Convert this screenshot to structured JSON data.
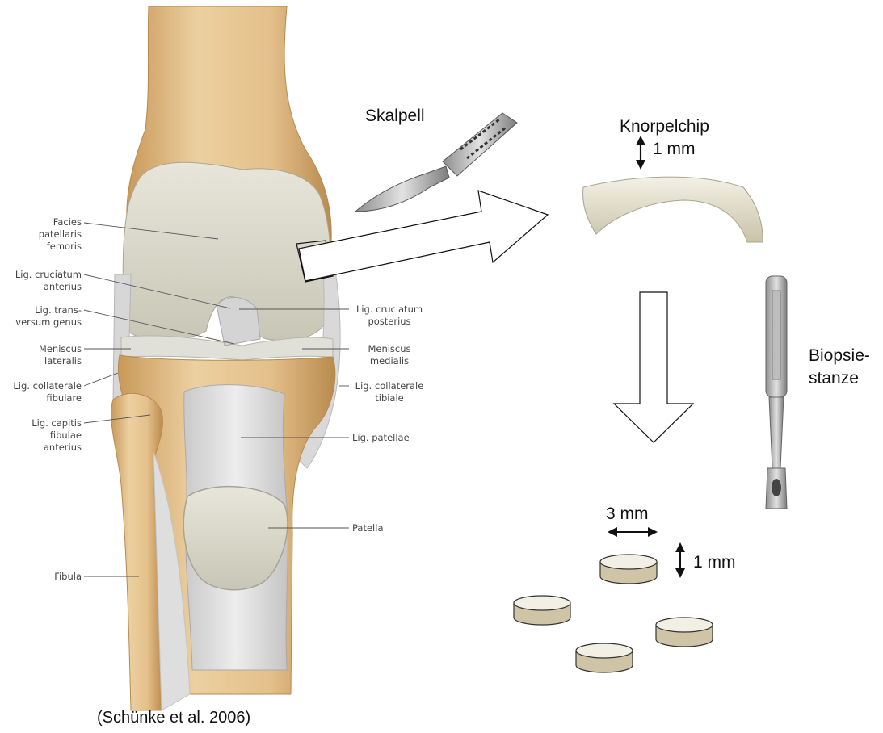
{
  "anatomy_labels": {
    "facies_patellaris": [
      "Facies",
      "patellaris",
      "femoris"
    ],
    "lig_cruciatum_anterius": [
      "Lig. cruciatum",
      "anterius"
    ],
    "lig_transversum": [
      "Lig. trans-",
      "versum genus"
    ],
    "meniscus_lateralis": [
      "Meniscus",
      "lateralis"
    ],
    "lig_collaterale_fibulare": [
      "Lig. collaterale",
      "fibulare"
    ],
    "lig_capitis_fibulae": [
      "Lig. capitis",
      "fibulae",
      "anterius"
    ],
    "fibula": "Fibula",
    "lig_cruciatum_posterius": [
      "Lig. cruciatum",
      "posterius"
    ],
    "meniscus_medialis": [
      "Meniscus",
      "medialis"
    ],
    "lig_collaterale_tibiale": [
      "Lig. collaterale",
      "tibiale"
    ],
    "lig_patellae": "Lig. patellae",
    "patella": "Patella"
  },
  "procedure": {
    "scalpel_label": "Skalpell",
    "chip_label": "Knorpelchip",
    "chip_thickness": "1 mm",
    "punch_label": [
      "Biopsie-",
      "stanze"
    ],
    "disc_diameter": "3 mm",
    "disc_thickness": "1 mm"
  },
  "citation": "(Schünke et al. 2006)",
  "colors": {
    "bone": "#e6c48f",
    "bone_dark": "#c99a5c",
    "cartilage": "#d8d6c8",
    "ligament": "#dcdcdc",
    "disc_body": "#cfc5a6",
    "disc_top": "#f2efe4"
  }
}
